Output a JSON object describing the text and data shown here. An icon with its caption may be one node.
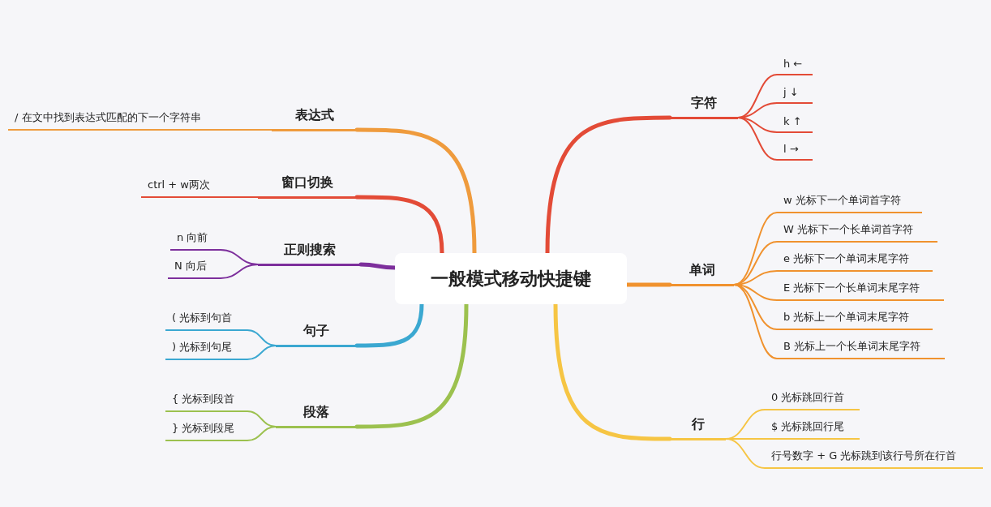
{
  "diagram": {
    "nodes": [
      {
        "text": [
          "一般模式移动快捷键"
        ]
      },
      {
        "text": [
          "字符"
        ]
      },
      {
        "text": [
          "h ←"
        ]
      },
      {
        "text": [
          "j ↓"
        ]
      },
      {
        "text": [
          "k ↑"
        ]
      },
      {
        "text": [
          "l →"
        ]
      },
      {
        "text": [
          "单词"
        ]
      },
      {
        "text": [
          "w 光标下一个单词首字符"
        ]
      },
      {
        "text": [
          "W 光标下一个长单词首字符"
        ]
      },
      {
        "text": [
          "e 光标下一个单词末尾字符"
        ]
      },
      {
        "text": [
          "E 光标下一个长单词末尾字符"
        ]
      },
      {
        "text": [
          "b 光标上一个单词末尾字符"
        ]
      },
      {
        "text": [
          "B 光标上一个长单词末尾字符"
        ]
      },
      {
        "text": [
          "行"
        ]
      },
      {
        "text": [
          "0 光标跳回行首"
        ]
      },
      {
        "text": [
          "$ 光标跳回行尾"
        ]
      },
      {
        "text": [
          "行号数字 + G 光标跳到该行号所在行首"
        ]
      },
      {
        "text": [
          "表达式"
        ]
      },
      {
        "text": [
          "/ 在文中找到表达式匹配的下一个字符串"
        ]
      },
      {
        "text": [
          "窗口切换"
        ]
      },
      {
        "text": [
          "ctrl + w两次"
        ]
      },
      {
        "text": [
          "正则搜索"
        ]
      },
      {
        "text": [
          "n 向前"
        ]
      },
      {
        "text": [
          "N 向后"
        ]
      },
      {
        "text": [
          "句子"
        ]
      },
      {
        "text": [
          "( 光标到句首"
        ]
      },
      {
        "text": [
          ") 光标到句尾"
        ]
      },
      {
        "text": [
          "段落"
        ]
      },
      {
        "text": [
          "{ 光标到段首"
        ]
      },
      {
        "text": [
          "} 光标到段尾"
        ]
      }
    ],
    "edges": [
      {
        "from": 0,
        "to": 1,
        "arrow": "none",
        "style": "thick",
        "color": "#e34b37"
      },
      {
        "from": 1,
        "to": 2,
        "arrow": "none",
        "color": "#e34b37"
      },
      {
        "from": 1,
        "to": 3,
        "arrow": "none",
        "color": "#e34b37"
      },
      {
        "from": 1,
        "to": 4,
        "arrow": "none",
        "color": "#e34b37"
      },
      {
        "from": 1,
        "to": 5,
        "arrow": "none",
        "color": "#e34b37"
      },
      {
        "from": 0,
        "to": 6,
        "arrow": "none",
        "style": "thick",
        "color": "#f0922e"
      },
      {
        "from": 6,
        "to": 7,
        "arrow": "none",
        "color": "#f0922e"
      },
      {
        "from": 6,
        "to": 8,
        "arrow": "none",
        "color": "#f0922e"
      },
      {
        "from": 6,
        "to": 9,
        "arrow": "none",
        "color": "#f0922e"
      },
      {
        "from": 6,
        "to": 10,
        "arrow": "none",
        "color": "#f0922e"
      },
      {
        "from": 6,
        "to": 11,
        "arrow": "none",
        "color": "#f0922e"
      },
      {
        "from": 6,
        "to": 12,
        "arrow": "none",
        "color": "#f0922e"
      },
      {
        "from": 0,
        "to": 13,
        "arrow": "none",
        "style": "thick",
        "color": "#f6c544"
      },
      {
        "from": 13,
        "to": 14,
        "arrow": "none",
        "color": "#f6c544"
      },
      {
        "from": 13,
        "to": 15,
        "arrow": "none",
        "color": "#f6c544"
      },
      {
        "from": 13,
        "to": 16,
        "arrow": "none",
        "color": "#f6c544"
      },
      {
        "from": 0,
        "to": 17,
        "arrow": "none",
        "style": "thick",
        "color": "#ef9b3d"
      },
      {
        "from": 17,
        "to": 18,
        "arrow": "none",
        "color": "#ef9b3d"
      },
      {
        "from": 0,
        "to": 19,
        "arrow": "none",
        "style": "thick",
        "color": "#e34b37"
      },
      {
        "from": 19,
        "to": 20,
        "arrow": "none",
        "color": "#e34b37"
      },
      {
        "from": 0,
        "to": 21,
        "arrow": "none",
        "style": "thick",
        "color": "#7d2f9c"
      },
      {
        "from": 21,
        "to": 22,
        "arrow": "none",
        "color": "#7d2f9c"
      },
      {
        "from": 21,
        "to": 23,
        "arrow": "none",
        "color": "#7d2f9c"
      },
      {
        "from": 0,
        "to": 24,
        "arrow": "none",
        "style": "thick",
        "color": "#3ba8d1"
      },
      {
        "from": 24,
        "to": 25,
        "arrow": "none",
        "color": "#3ba8d1"
      },
      {
        "from": 24,
        "to": 26,
        "arrow": "none",
        "color": "#3ba8d1"
      },
      {
        "from": 0,
        "to": 27,
        "arrow": "none",
        "style": "thick",
        "color": "#9cc14f"
      },
      {
        "from": 27,
        "to": 28,
        "arrow": "none",
        "color": "#9cc14f"
      },
      {
        "from": 27,
        "to": 29,
        "arrow": "none",
        "color": "#9cc14f"
      }
    ]
  }
}
